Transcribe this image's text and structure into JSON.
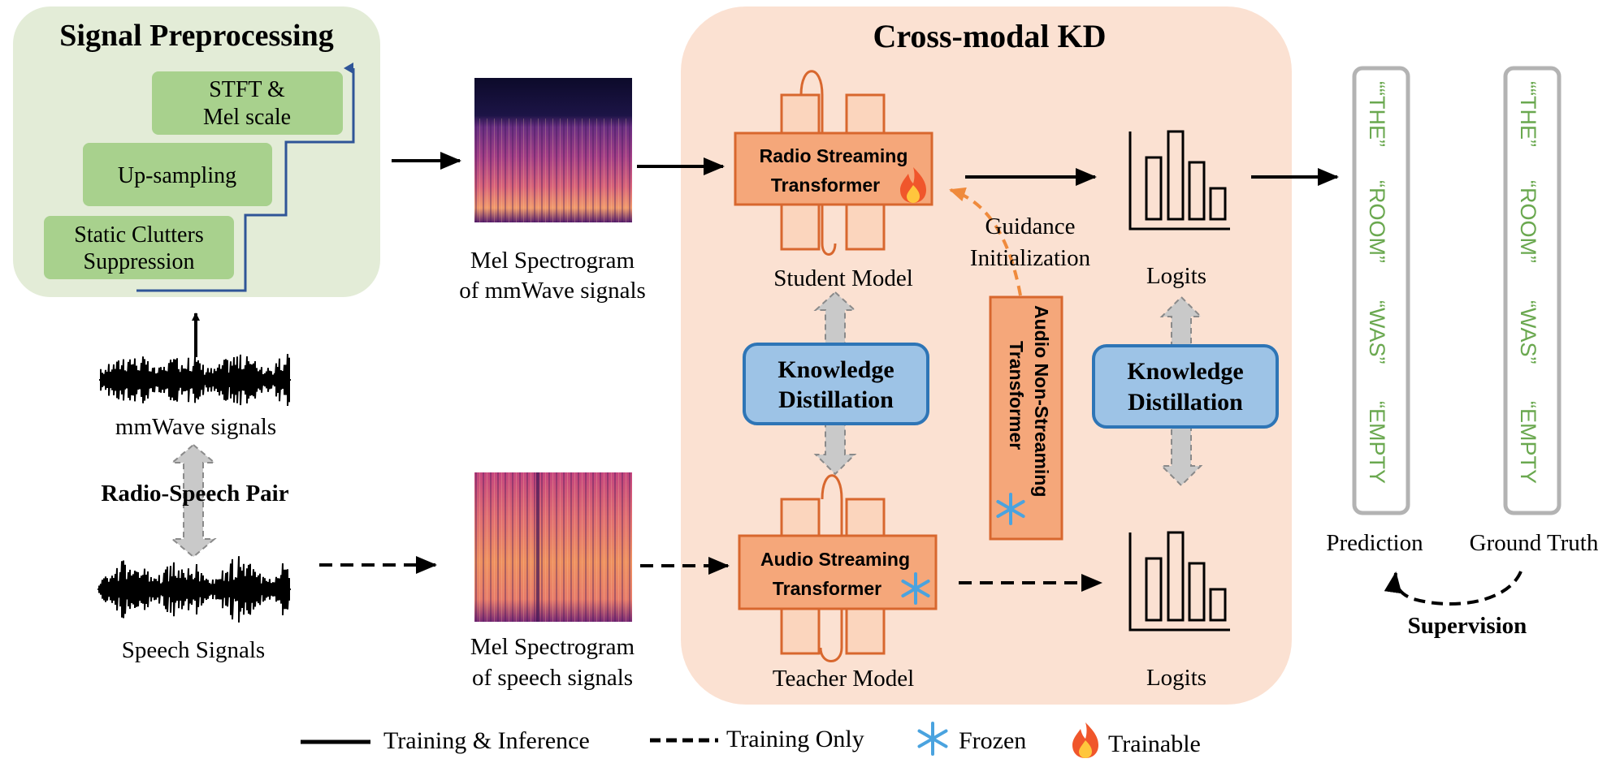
{
  "preprocessing": {
    "title": "Signal Preprocessing",
    "step_stft_1": "STFT &",
    "step_stft_2": "Mel scale",
    "step_upsampling": "Up-sampling",
    "step_clutter_1": "Static Clutters",
    "step_clutter_2": "Suppression"
  },
  "signals": {
    "mmwave_label": "mmWave signals",
    "pair_label": "Radio-Speech Pair",
    "speech_label": "Speech Signals"
  },
  "spectrograms": {
    "mmwave_1": "Mel Spectrogram",
    "mmwave_2": "of mmWave signals",
    "speech_1": "Mel Spectrogram",
    "speech_2": "of speech signals"
  },
  "kd": {
    "title": "Cross-modal KD",
    "student_block_1": "Radio Streaming",
    "student_block_2": "Transformer",
    "student_label": "Student Model",
    "teacher_block_1": "Audio Streaming",
    "teacher_block_2": "Transformer",
    "teacher_label": "Teacher Model",
    "kd_left_1": "Knowledge",
    "kd_left_2": "Distillation",
    "kd_right_1": "Knowledge",
    "kd_right_2": "Distillation",
    "guidance_1": "Guidance",
    "guidance_2": "Initialization",
    "nonstream_1": "Audio Non-Streaming",
    "nonstream_2": "Transformer",
    "logits_top": "Logits",
    "logits_bottom": "Logits"
  },
  "output": {
    "prediction_words": [
      "““THE”",
      "“ROOM”",
      "“WAS”",
      "“EMPTY"
    ],
    "truth_words": [
      "““THE”",
      "“ROOM”",
      "“WAS”",
      "“EMPTY"
    ],
    "prediction_label": "Prediction",
    "truth_label": "Ground Truth",
    "supervision_label": "Supervision"
  },
  "legend": {
    "solid_label": "Training & Inference",
    "dashed_label": "Training Only",
    "frozen_label": "Frozen",
    "trainable_label": "Trainable"
  },
  "icons": {
    "frozen": "snowflake-icon",
    "trainable": "flame-icon"
  },
  "colors": {
    "preprocessing_bg": "#e3ecd7",
    "step_fill": "#a8d18d",
    "kd_bg": "#fbe1d2",
    "transformer_fill": "#f5a77a",
    "transformer_stroke": "#d8672e",
    "kd_fill": "#9dc3e6",
    "kd_stroke": "#2e75b6",
    "guidance_arrow": "#ef8a3c",
    "word_green": "#6aa84f",
    "staircase_blue": "#2f5597"
  }
}
